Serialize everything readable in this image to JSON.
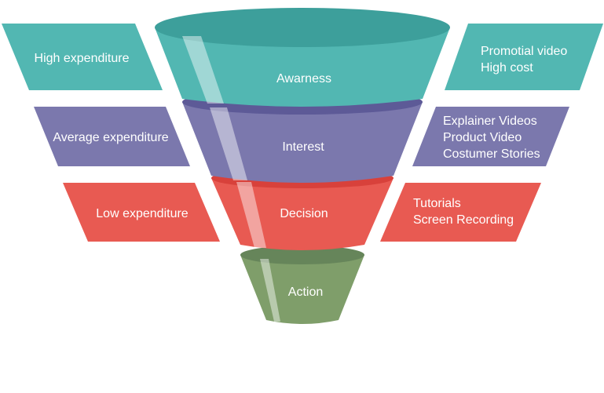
{
  "colors": {
    "awareness": "#52b7b2",
    "awareness_top": "#3d9f9b",
    "interest": "#7b78ad",
    "interest_top": "#5d5a97",
    "decision": "#e85a52",
    "decision_top": "#d8413b",
    "action": "#7f9e6a",
    "action_top": "#66855a"
  },
  "stages": [
    {
      "id": "awareness",
      "label": "Awarness"
    },
    {
      "id": "interest",
      "label": "Interest"
    },
    {
      "id": "decision",
      "label": "Decision"
    },
    {
      "id": "action",
      "label": "Action"
    }
  ],
  "left_labels": [
    {
      "id": "awareness",
      "text": "High expenditure"
    },
    {
      "id": "interest",
      "text": "Average expenditure"
    },
    {
      "id": "decision",
      "text": "Low expenditure"
    }
  ],
  "right_labels": [
    {
      "id": "awareness",
      "lines": [
        "Promotial video",
        "High cost"
      ]
    },
    {
      "id": "interest",
      "lines": [
        "Explainer Videos",
        "Product Video",
        "Costumer Stories"
      ]
    },
    {
      "id": "decision",
      "lines": [
        "Tutorials",
        "Screen Recording"
      ]
    }
  ]
}
